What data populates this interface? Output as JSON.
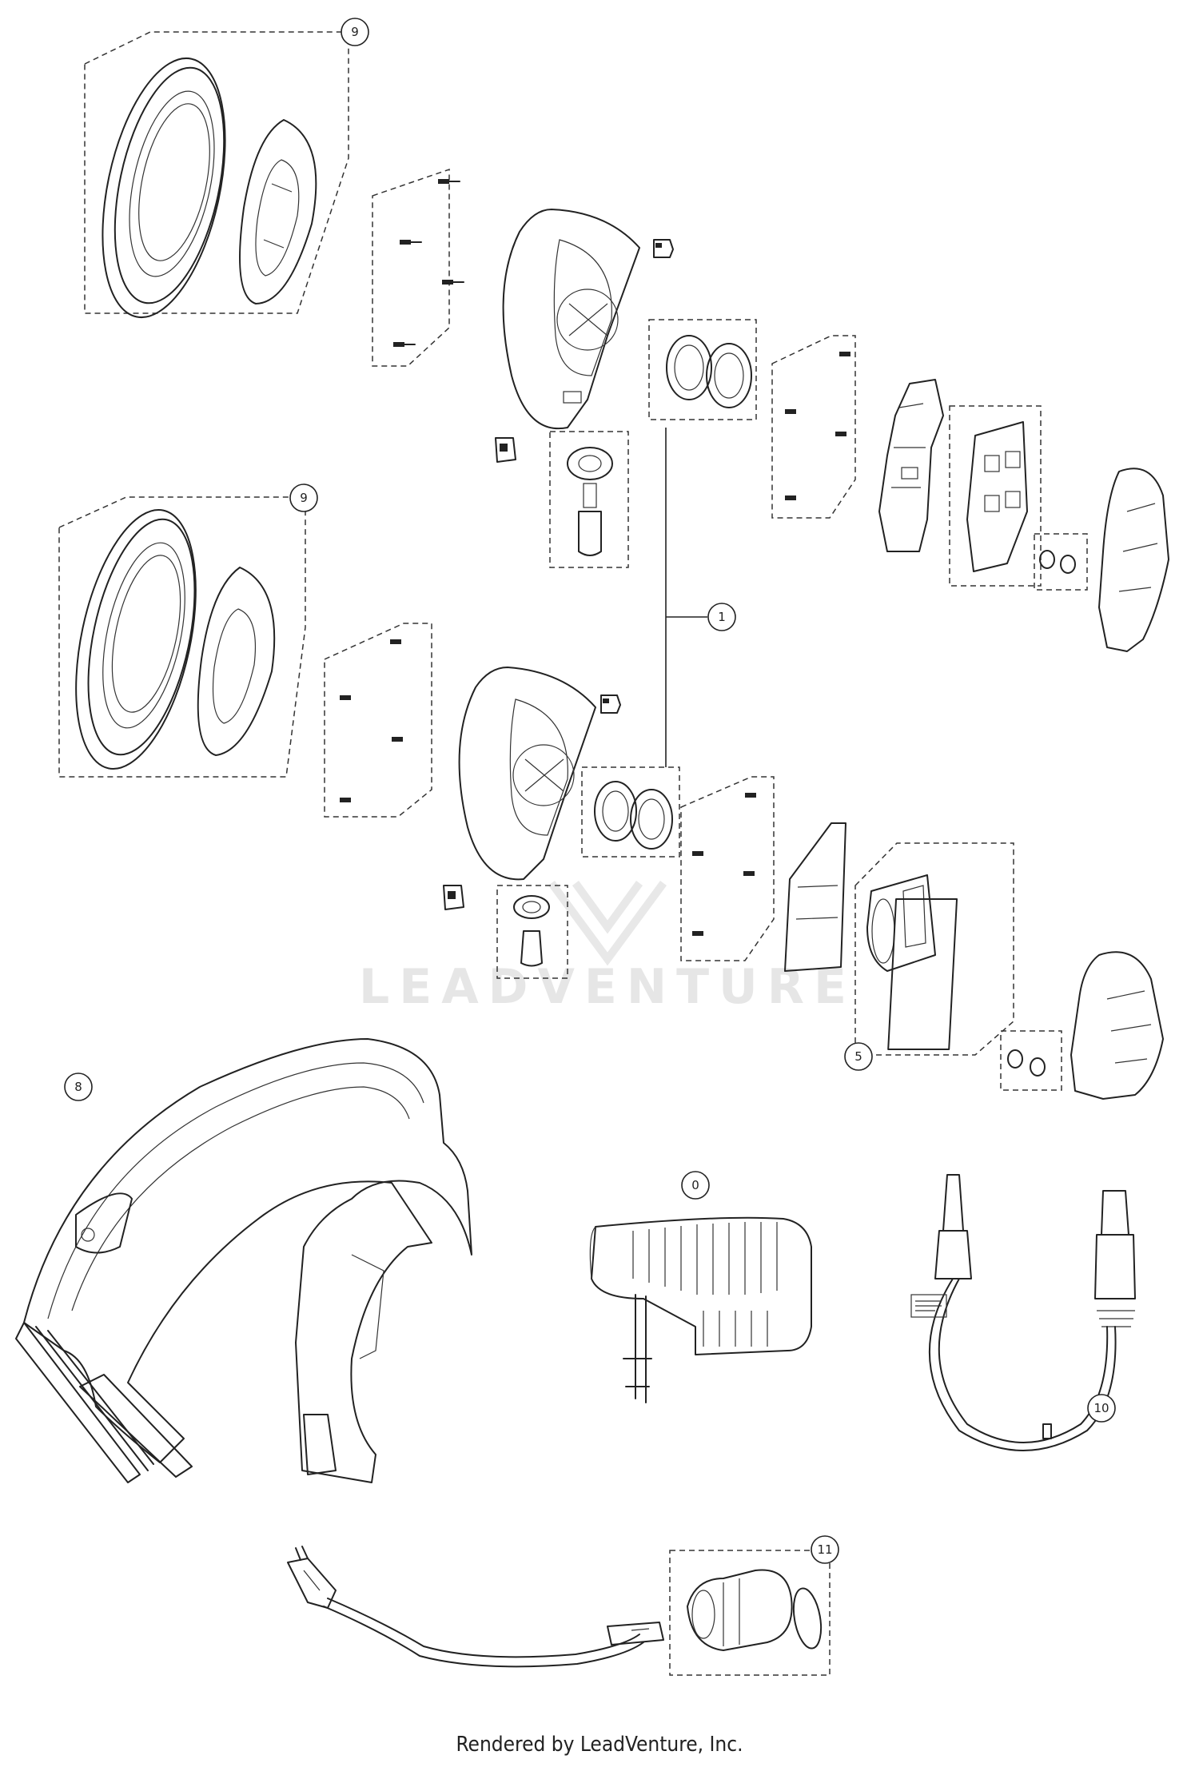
{
  "callouts": {
    "c9a": "9",
    "c9b": "9",
    "c1": "1",
    "c5": "5",
    "c8": "8",
    "c0": "0",
    "c10": "10",
    "c11": "11"
  },
  "watermark": "LEADVENTURE",
  "footer": "Rendered by LeadVenture, Inc."
}
